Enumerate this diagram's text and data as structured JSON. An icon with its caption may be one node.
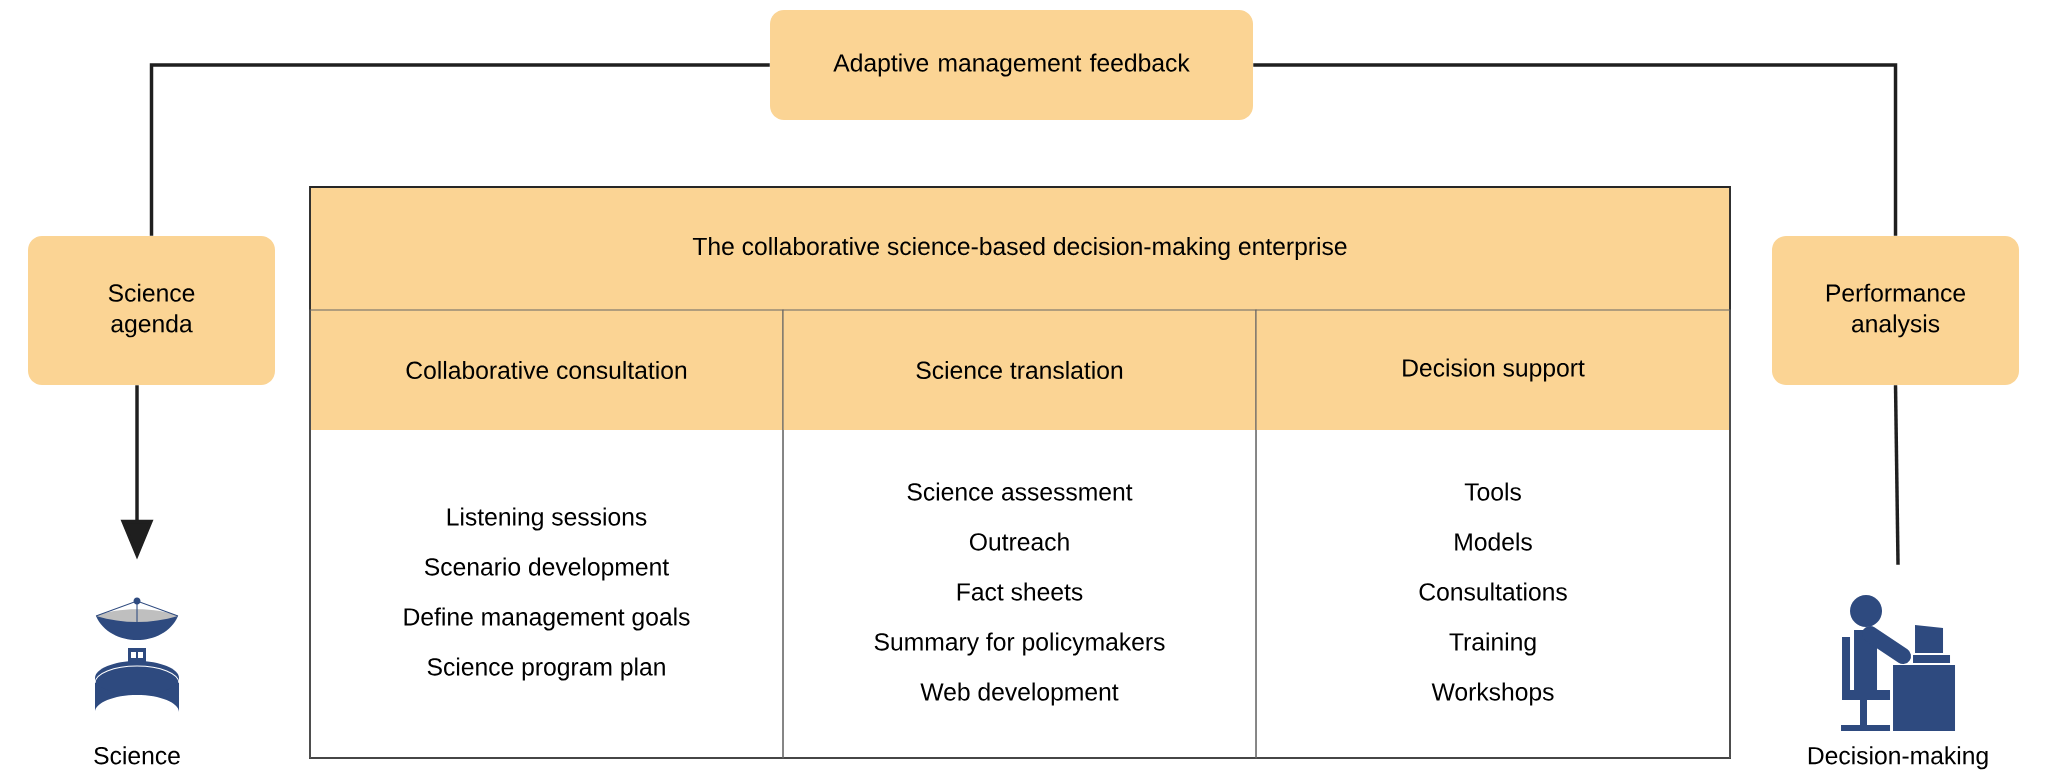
{
  "diagram": {
    "nodes": [
      {
        "text": [
          "Adaptive management feedback"
        ]
      },
      {
        "text": [
          "Science agenda"
        ]
      },
      {
        "text": [
          "The collaborative science-based decision-making enterprise"
        ]
      },
      {
        "text": [
          "Collaborative consultation",
          "Listening sessions",
          "Scenario development",
          "Define management goals",
          "Science program plan"
        ],
        "in": 2
      },
      {
        "text": [
          "Science translation",
          "Science assessment",
          "Outreach",
          "Fact sheets",
          "Summary for policymakers",
          "Web development"
        ],
        "in": 2
      },
      {
        "text": [
          "Decision support",
          "Tools",
          "Models",
          "Consultations",
          "Training",
          "Workshops"
        ],
        "in": 2
      },
      {
        "text": [
          "Performance analysis"
        ]
      },
      {
        "text": [],
        "shape": "picture",
        "beside": [
          "Science"
        ]
      },
      {
        "text": [],
        "shape": "picture",
        "beside": [
          "Decision-making"
        ]
      }
    ],
    "edges": [
      {
        "from": 8,
        "to": 6,
        "arrow": "none"
      },
      {
        "from": 6,
        "to": 0,
        "arrow": "none"
      },
      {
        "from": 0,
        "to": 1,
        "arrow": "none"
      },
      {
        "from": 1,
        "to": 7,
        "arrow": "to"
      }
    ]
  }
}
